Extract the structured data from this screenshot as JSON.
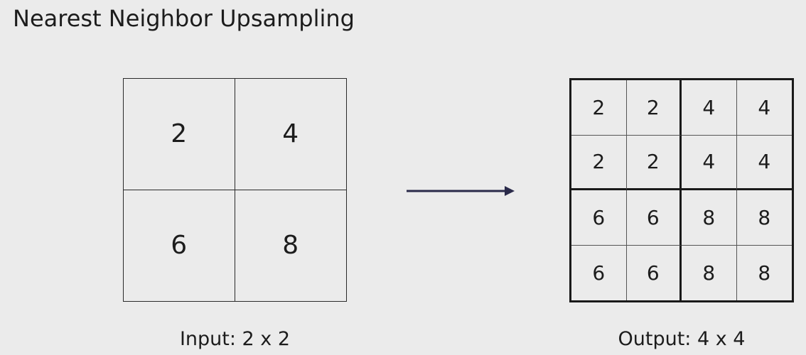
{
  "title": "Nearest Neighbor Upsampling",
  "input": {
    "label": "Input: 2 x 2",
    "cells": [
      [
        "2",
        "4"
      ],
      [
        "6",
        "8"
      ]
    ]
  },
  "output": {
    "label": "Output: 4 x 4",
    "cells": [
      [
        "2",
        "2",
        "4",
        "4"
      ],
      [
        "2",
        "2",
        "4",
        "4"
      ],
      [
        "6",
        "6",
        "8",
        "8"
      ],
      [
        "6",
        "6",
        "8",
        "8"
      ]
    ]
  },
  "colors": {
    "background": "#ebebeb",
    "arrow": "#2a2a4a",
    "text": "#1c1c1c"
  }
}
